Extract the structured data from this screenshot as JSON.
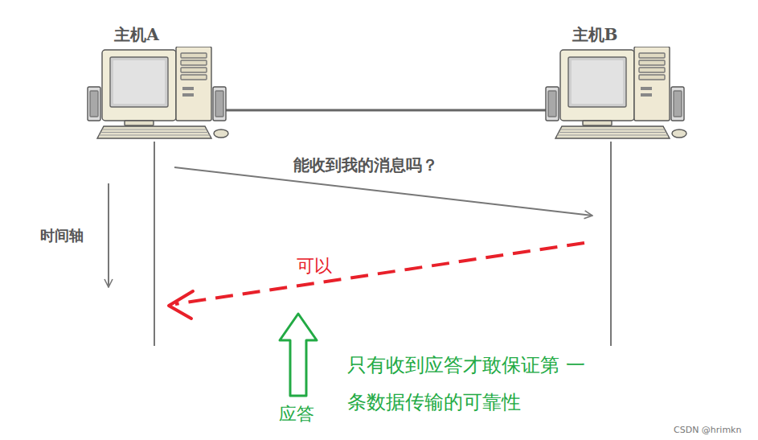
{
  "diagram": {
    "nodes": [
      {
        "text": [
          "主机A"
        ]
      },
      {
        "text": [
          "主机B"
        ]
      }
    ],
    "edges": [
      {
        "from": 0,
        "to": 1,
        "arrow": "none"
      }
    ],
    "labels": [
      "能收到我的消息吗？",
      "时间轴",
      "可以",
      "应答",
      "只有收到应答才敢保证第 一条数据传输的可靠性",
      "CSDN @hrimkn"
    ]
  }
}
